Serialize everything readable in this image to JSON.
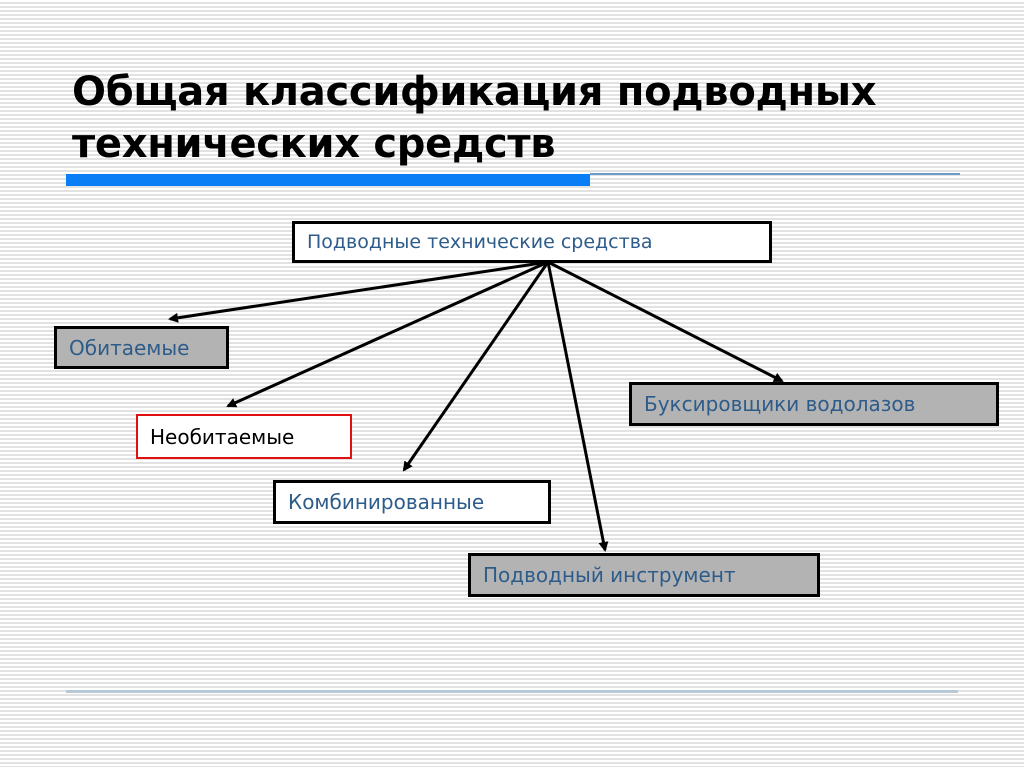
{
  "slide": {
    "title_line1": "Общая классификация подводных",
    "title_line2": "технических средств",
    "colors": {
      "accent_bar": "#0a7ef5",
      "accent_line": "#6f9ccb",
      "node_text": "#2e5c8a",
      "gray_fill": "#b3b3b3",
      "highlight_border": "#e01010"
    }
  },
  "diagram": {
    "root": {
      "label": "Подводные технические средства"
    },
    "children": [
      {
        "label": "Обитаемые",
        "style": "gray"
      },
      {
        "label": "Необитаемые",
        "style": "red-highlight"
      },
      {
        "label": "Комбинированные",
        "style": "white"
      },
      {
        "label": "Подводный инструмент",
        "style": "gray"
      },
      {
        "label": "Буксировщики водолазов",
        "style": "gray"
      }
    ]
  }
}
